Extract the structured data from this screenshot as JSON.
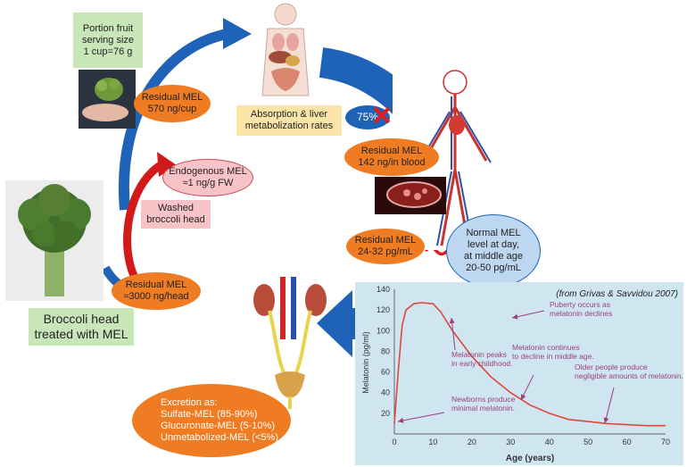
{
  "serving": {
    "line1": "Portion fruit",
    "line2": "serving size",
    "line3": "1 cup=76 g"
  },
  "residual_cup": {
    "line1": "Residual MEL",
    "line2": "570 ng/cup"
  },
  "absorption": {
    "line1": "Absorption & liver",
    "line2": "metabolization rates"
  },
  "rate": {
    "value": "75%"
  },
  "residual_blood": {
    "line1": "Residual MEL",
    "line2": "142 ng/in blood"
  },
  "endogenous": {
    "line1": "Endogenous MEL",
    "line2": "≈1 ng/g FW"
  },
  "washed": {
    "line1": "Washed",
    "line2": "broccoli head"
  },
  "residual_plasma": {
    "line1": "Residual MEL",
    "line2": "24-32 pg/mL"
  },
  "normal": {
    "line1": "Normal MEL",
    "line2": "level at day,",
    "line3": "at middle age",
    "line4": "20-50 pg/mL"
  },
  "residual_head": {
    "line1": "Residual MEL",
    "line2": "≈3000 ng/head"
  },
  "broccoli_label": {
    "line1": "Broccoli head",
    "line2": "treated with MEL"
  },
  "excretion": {
    "line1": "Excretion as:",
    "line2": "Sulfate-MEL (85-90%)",
    "line3": "Glucuronate-MEL (5-10%)",
    "line4": "Unmetabolized-MEL (<5%)"
  },
  "chart_data": {
    "type": "line",
    "source": "(from Grivas & Savvidou 2007)",
    "xlabel": "Age (years)",
    "ylabel": "Melatonin (pg/ml)",
    "xlim": [
      0,
      70
    ],
    "ylim": [
      0,
      140
    ],
    "xticks": [
      0,
      10,
      20,
      30,
      40,
      50,
      60,
      70
    ],
    "yticks": [
      20,
      40,
      60,
      80,
      100,
      120,
      140
    ],
    "x": [
      0,
      1,
      2,
      3,
      5,
      7,
      10,
      12,
      15,
      20,
      25,
      30,
      35,
      40,
      45,
      50,
      55,
      60,
      65,
      70
    ],
    "y": [
      10,
      60,
      105,
      120,
      126,
      127,
      126,
      118,
      100,
      75,
      55,
      40,
      28,
      20,
      14,
      12,
      10,
      9,
      8,
      8
    ],
    "color": "#e0473a",
    "annotations": [
      {
        "text1": "Puberty occurs as",
        "text2": "melatonin declines"
      },
      {
        "text1": "Melatonin peaks",
        "text2": "in early childhood."
      },
      {
        "text1": "Melatonin continues",
        "text2": "to decline in middle age."
      },
      {
        "text1": "Older people produce",
        "text2": "negligible amounts of melatonin."
      },
      {
        "text1": "Newborns produce",
        "text2": "minimal melatonin."
      }
    ]
  },
  "colors": {
    "orange": "#ef7b22",
    "blue_arrow": "#1f63b8",
    "red_arrow": "#d21a1a",
    "green_box": "#c8e6b8",
    "pink_box": "#f7c3c7",
    "chart_bg": "#cfe6f1",
    "absorption_box": "#fbe5a6",
    "normal_oval": "#bcd7ef"
  }
}
